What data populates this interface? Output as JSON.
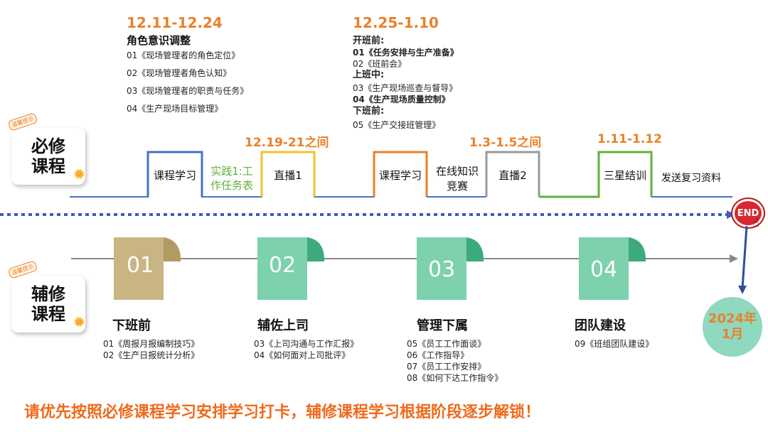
{
  "labels": {
    "required": {
      "line1": "必修",
      "line2": "课程",
      "badge": "温馨提示"
    },
    "elective": {
      "line1": "辅修",
      "line2": "课程",
      "badge": "温馨提示"
    }
  },
  "phase1": {
    "date": "12.11-12.24",
    "title": "角色意识调整",
    "items": [
      "01《现场管理者的角色定位》",
      "02《现场管理者角色认知》",
      "03《现场管理者的职责与任务》",
      "04《生产现场目标管理》"
    ]
  },
  "phase2": {
    "date": "12.25-1.10",
    "groups": [
      {
        "title": "开班前:",
        "items": [
          "01《任务安排与生产准备》",
          "02《班前会》"
        ]
      },
      {
        "title": "上班中:",
        "items": [
          "03《生产现场巡查与督导》",
          "04《生产现场质量控制》"
        ]
      },
      {
        "title": "下班前:",
        "items": [
          "05《生产交接班管理》"
        ]
      }
    ]
  },
  "timeline": {
    "dates": {
      "live1": "12.19-21之间",
      "live2": "1.3-1.5之间",
      "summary": "1.11-1.12"
    },
    "stages": {
      "study1": "课程学习",
      "practice1": "实践1:工",
      "practice2": "作任务表",
      "live1": "直播1",
      "study2": "课程学习",
      "quiz1": "在线知识",
      "quiz2": "竞赛",
      "live2": "直播2",
      "summary": "三星结训",
      "review": "发送复习资料"
    },
    "end": "END",
    "final": {
      "line1": "2024年",
      "line2": "1月"
    }
  },
  "electives": [
    {
      "num": "01",
      "title": "下班前",
      "items": [
        "01《周报月报编制技巧》",
        "02《生产日报统计分析》"
      ],
      "color": "#c9b483"
    },
    {
      "num": "02",
      "title": "辅佐上司",
      "items": [
        "03《上司沟通与工作汇报》",
        "04《如何面对上司批评》"
      ],
      "color": "#7dd1ad"
    },
    {
      "num": "03",
      "title": "管理下属",
      "items": [
        "05《员工工作面谈》",
        "06《工作指导》",
        "07《员工工作安排》",
        "08《如何下达工作指令》"
      ],
      "color": "#7dd1ad"
    },
    {
      "num": "04",
      "title": "团队建设",
      "items": [
        "09《班组团队建设》"
      ],
      "color": "#7dd1ad"
    }
  ],
  "footer": "请优先按照必修课程学习安排学习打卡，辅修课程学习根据阶段逐步解锁！",
  "colors": {
    "accent": "#e8812a",
    "blue": "#4472c4",
    "gray": "#999999",
    "green": "#5fb33a"
  }
}
